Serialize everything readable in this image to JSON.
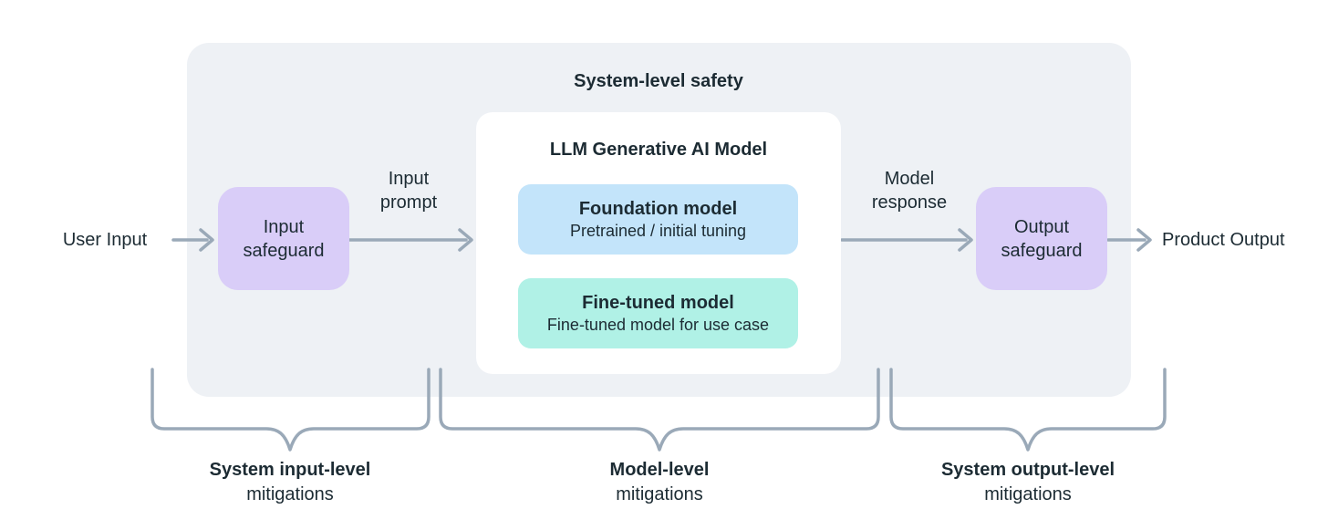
{
  "diagram": {
    "title": "System-level safety",
    "nodes": {
      "user_input": "User Input",
      "input_safeguard": {
        "line1": "Input",
        "line2": "safeguard"
      },
      "output_safeguard": {
        "line1": "Output",
        "line2": "safeguard"
      },
      "product_output": "Product Output",
      "model_group": {
        "title": "LLM Generative AI Model",
        "foundation": {
          "title": "Foundation model",
          "subtitle": "Pretrained / initial tuning"
        },
        "fine_tuned": {
          "title": "Fine-tuned model",
          "subtitle": "Fine-tuned model for use case"
        }
      }
    },
    "edges": {
      "input_prompt": {
        "line1": "Input",
        "line2": "prompt"
      },
      "model_response": {
        "line1": "Model",
        "line2": "response"
      }
    },
    "braces": [
      {
        "line1": "System input-level",
        "line2": "mitigations"
      },
      {
        "line1": "Model-level",
        "line2": "mitigations"
      },
      {
        "line1": "System output-level",
        "line2": "mitigations"
      }
    ],
    "colors": {
      "container_bg": "#eef1f5",
      "card_bg": "#ffffff",
      "safeguard_bg": "#d9cdf8",
      "foundation_bg": "#c3e4fa",
      "fine_tuned_bg": "#b0f1e6",
      "text": "#1c2b33",
      "connector": "#9aa9b8"
    }
  }
}
